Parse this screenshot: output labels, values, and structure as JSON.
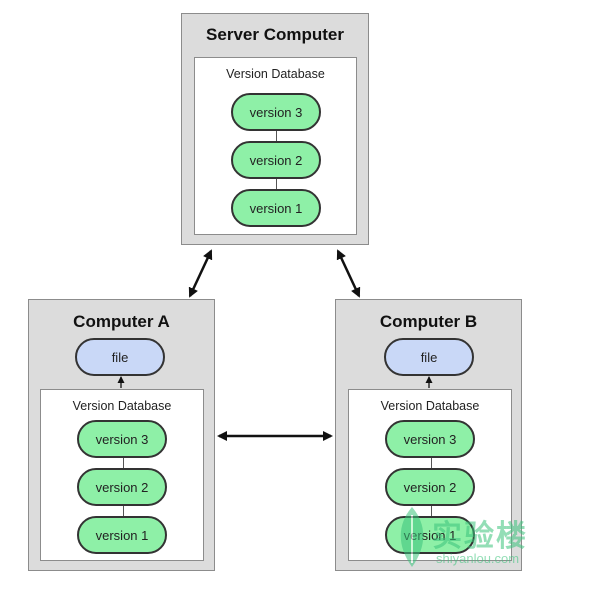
{
  "server": {
    "title": "Server Computer",
    "db_label": "Version Database",
    "versions": [
      "version 3",
      "version 2",
      "version 1"
    ]
  },
  "computer_a": {
    "title": "Computer A",
    "file_label": "file",
    "db_label": "Version Database",
    "versions": [
      "version 3",
      "version 2",
      "version 1"
    ]
  },
  "computer_b": {
    "title": "Computer B",
    "file_label": "file",
    "db_label": "Version Database",
    "versions": [
      "version 3",
      "version 2",
      "version 1"
    ]
  },
  "watermark": {
    "cn": "实验楼",
    "en": "shiyanlou.com"
  },
  "colors": {
    "version_fill": "#8ef0a7",
    "file_fill": "#c9d8f7",
    "box_bg": "#dcdcdc",
    "watermark": "#3cc47c"
  }
}
